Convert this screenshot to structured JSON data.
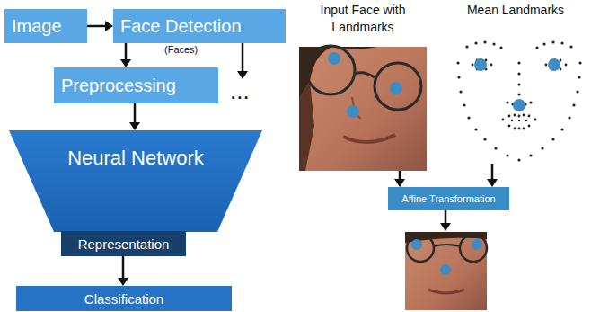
{
  "diagram": {
    "nodes": [
      {
        "text": [
          "Image"
        ]
      },
      {
        "text": [
          "Face Detection"
        ]
      },
      {
        "text": [
          "Preprocessing"
        ]
      },
      {
        "text": [
          "Neural Network"
        ]
      },
      {
        "text": [
          "Representation"
        ]
      },
      {
        "text": [
          "Classification"
        ]
      },
      {
        "text": [
          "Input Face with Landmarks"
        ]
      },
      {
        "text": [
          "Mean Landmarks"
        ]
      },
      {
        "text": [
          "Affine Transformation"
        ]
      }
    ],
    "edges": [
      {
        "from": 0,
        "to": 1,
        "arrow": "to"
      },
      {
        "from": 1,
        "to": 2,
        "arrow": "to"
      },
      {
        "from": 2,
        "to": 3,
        "arrow": "to"
      },
      {
        "from": 4,
        "to": 5,
        "arrow": "to"
      },
      {
        "from": 6,
        "to": 8,
        "arrow": "to"
      },
      {
        "from": 7,
        "to": 8,
        "arrow": "to"
      }
    ],
    "labels": [
      "(Faces)",
      "..."
    ]
  }
}
